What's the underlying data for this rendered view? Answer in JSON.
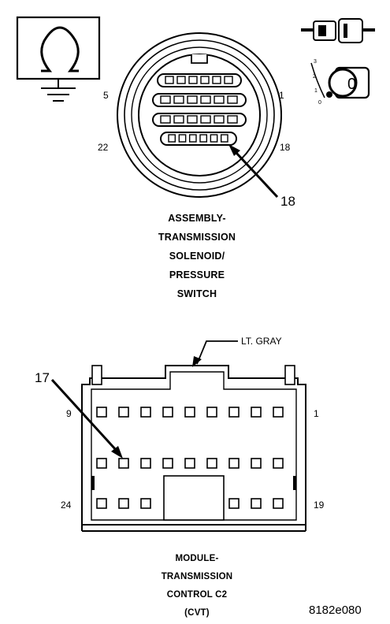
{
  "upper_connector": {
    "pin_numbers": {
      "top_left": "5",
      "top_right": "1",
      "bottom_left": "22",
      "bottom_right": "18"
    },
    "callout": "18",
    "caption_lines": [
      "ASSEMBLY-",
      "TRANSMISSION",
      "SOLENOID/",
      "PRESSURE",
      "SWITCH"
    ]
  },
  "key_icon": {
    "positions": [
      "3",
      "2",
      "1",
      "0"
    ],
    "key_label": "0"
  },
  "lower_connector": {
    "color_label": "LT. GRAY",
    "callout": "17",
    "pin_numbers": {
      "top_left": "9",
      "top_right": "1",
      "bottom_left": "24",
      "bottom_right": "19"
    },
    "caption_lines": [
      "MODULE-",
      "TRANSMISSION",
      "CONTROL C2",
      "(CVT)"
    ]
  },
  "figure_id": "8182e080"
}
